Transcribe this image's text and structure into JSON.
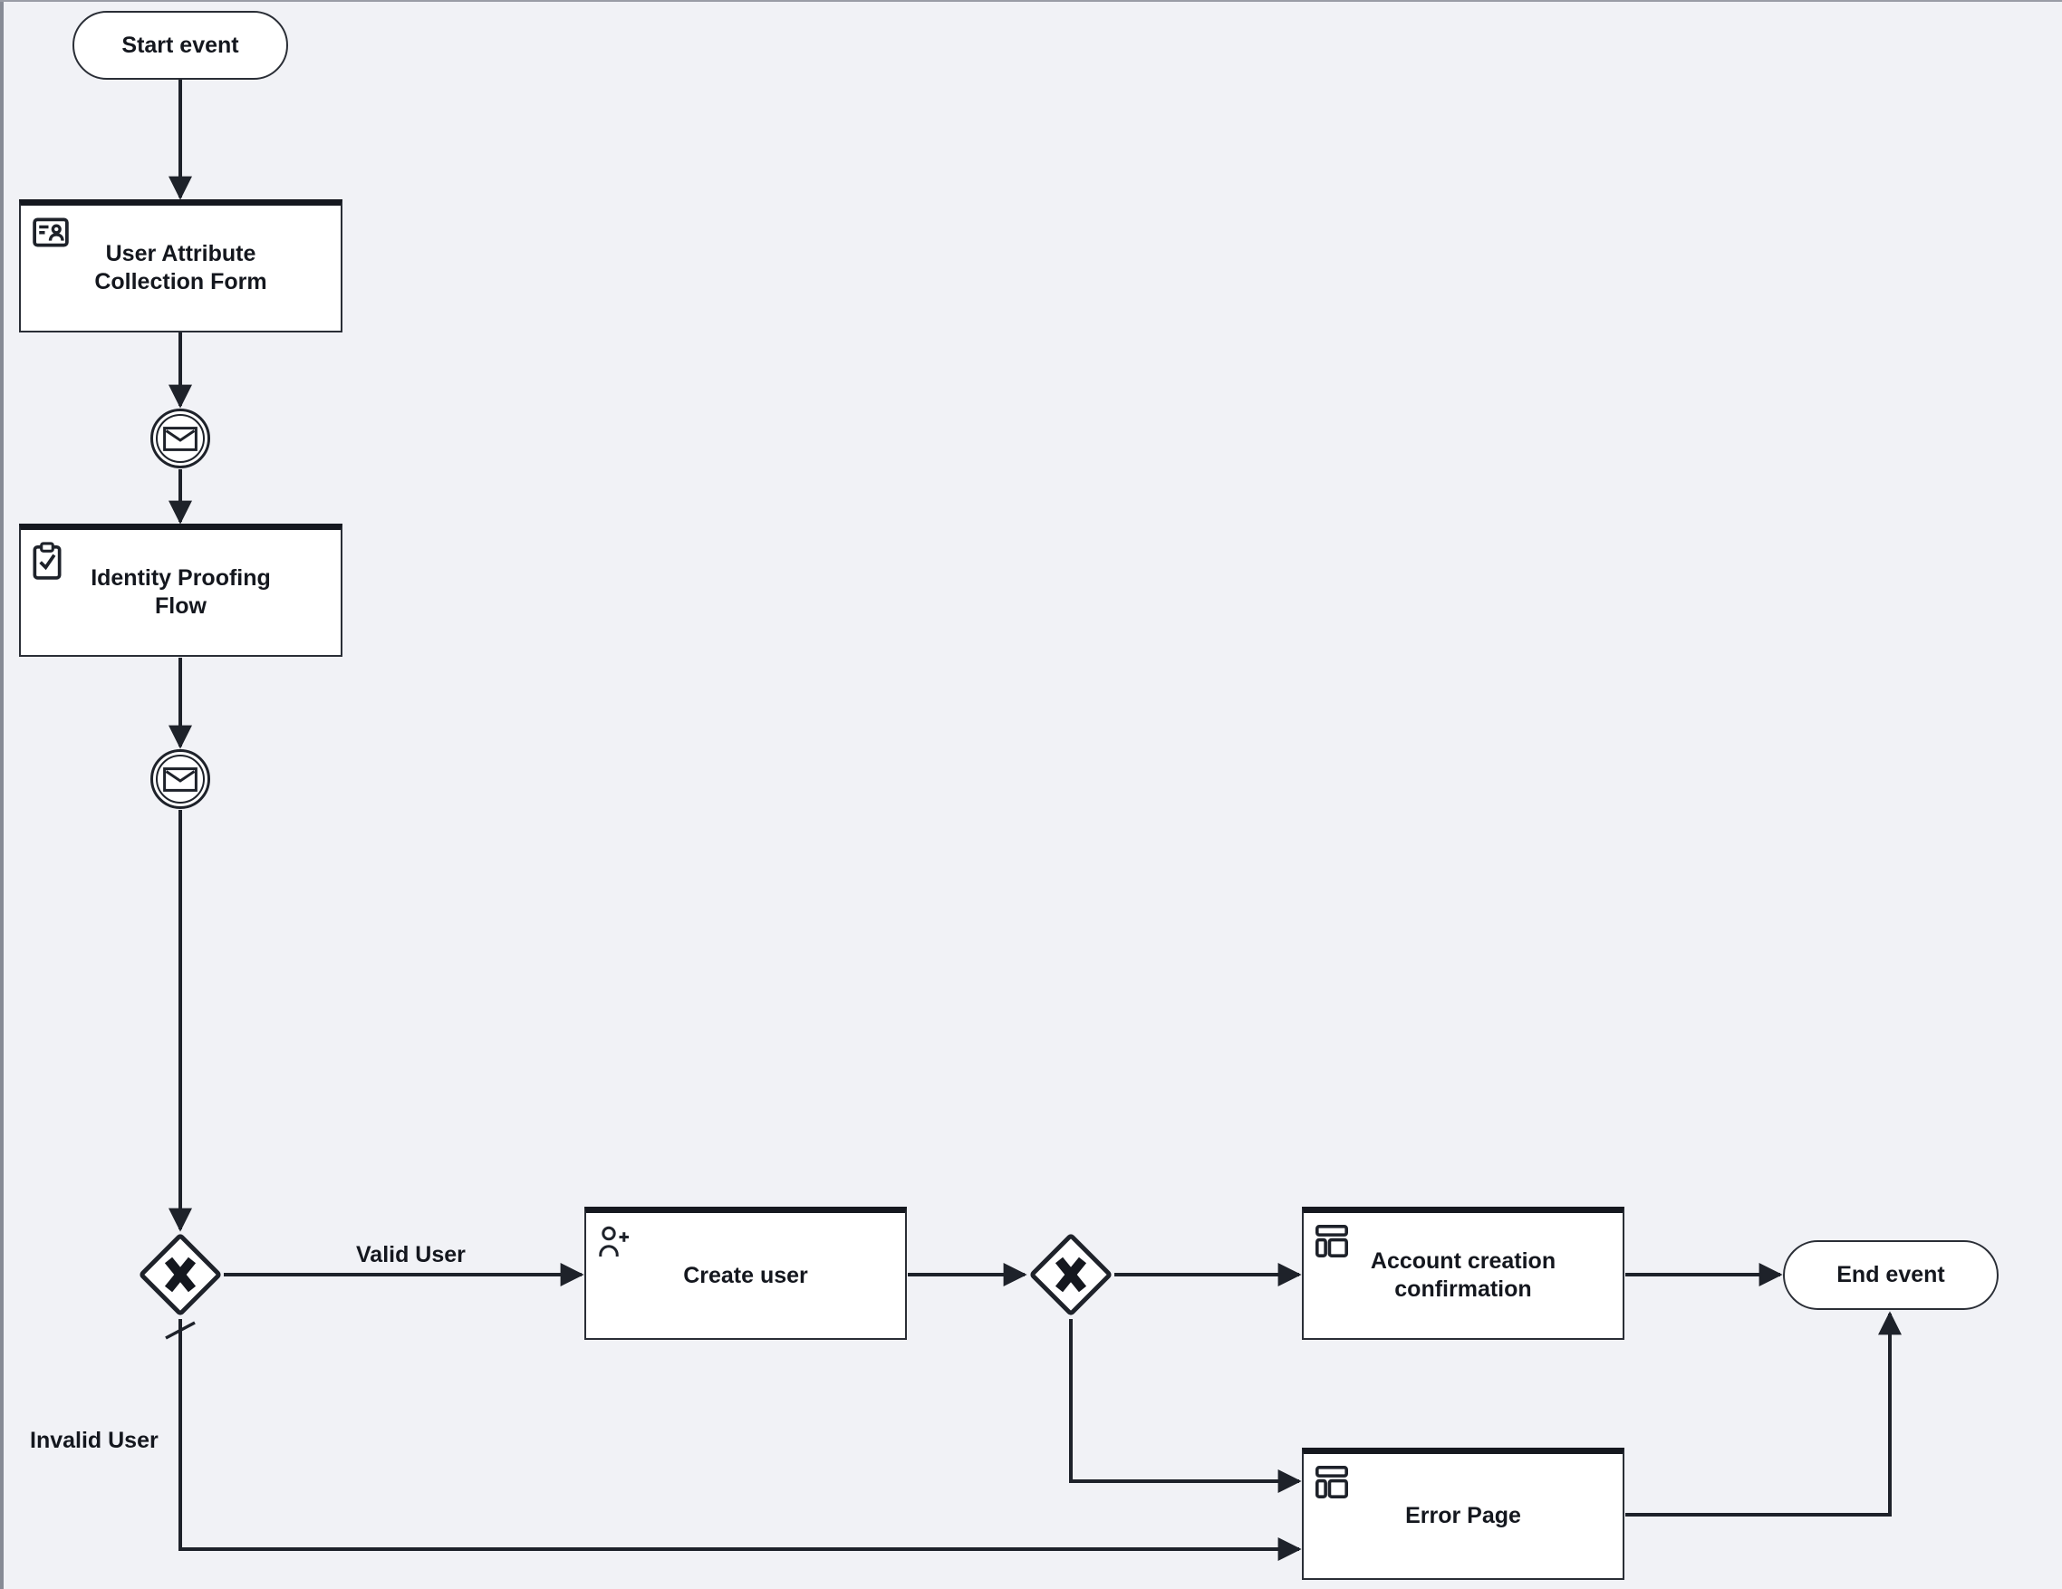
{
  "colors": {
    "background": "#f1f2f6",
    "stroke": "#1e222a",
    "node_fill": "#ffffff",
    "node_border": "#2a2e36",
    "task_top_bar": "#15181f",
    "text": "#14171e",
    "frame_border": "#878b95"
  },
  "nodes": {
    "start": {
      "label": "Start event"
    },
    "user_attribute_form": {
      "line1": "User Attribute",
      "line2": "Collection Form",
      "icon": "id-card-icon"
    },
    "message_event_1": {
      "icon": "envelope-icon"
    },
    "identity_proofing": {
      "line1": "Identity Proofing",
      "line2": "Flow",
      "icon": "clipboard-check-icon"
    },
    "message_event_2": {
      "icon": "envelope-icon"
    },
    "gateway_1": {
      "icon": "xor-marker-icon"
    },
    "create_user": {
      "label": "Create user",
      "icon": "user-add-icon"
    },
    "gateway_2": {
      "icon": "xor-marker-icon"
    },
    "account_confirmation": {
      "line1": "Account creation",
      "line2": "confirmation",
      "icon": "layout-icon"
    },
    "error_page": {
      "label": "Error Page",
      "icon": "layout-icon"
    },
    "end": {
      "label": "End event"
    }
  },
  "edge_labels": {
    "valid": "Valid User",
    "invalid": "Invalid User"
  }
}
